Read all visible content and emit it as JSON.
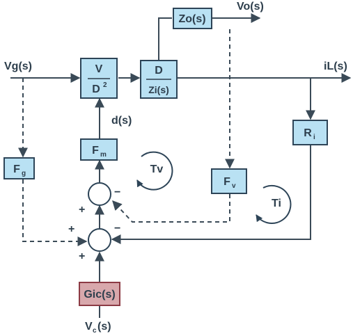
{
  "signals": {
    "vg": "Vg(s)",
    "vo": "Vo(s)",
    "il": "iL(s)",
    "d": "d(s)",
    "vc_main": "V",
    "vc_sub": "c",
    "vc_tail": "(s)"
  },
  "blocks": {
    "modulator_num": "V",
    "modulator_den_main": "D",
    "modulator_den_sup": "2",
    "zi_num": "D",
    "zi_den": "Zi(s)",
    "zo": "Zo(s)",
    "fm_main": "F",
    "fm_sub": "m",
    "fg_main": "F",
    "fg_sub": "g",
    "fv_main": "F",
    "fv_sub": "v",
    "ri_main": "R",
    "ri_sub": "i",
    "gic": "Gic(s)"
  },
  "loops": {
    "tv": "Tv",
    "ti": "Ti"
  },
  "signs": {
    "upper_left": "+",
    "upper_right": "−",
    "lower_top_left": "+",
    "lower_top_right": "−",
    "lower_bottom_left": "+"
  }
}
